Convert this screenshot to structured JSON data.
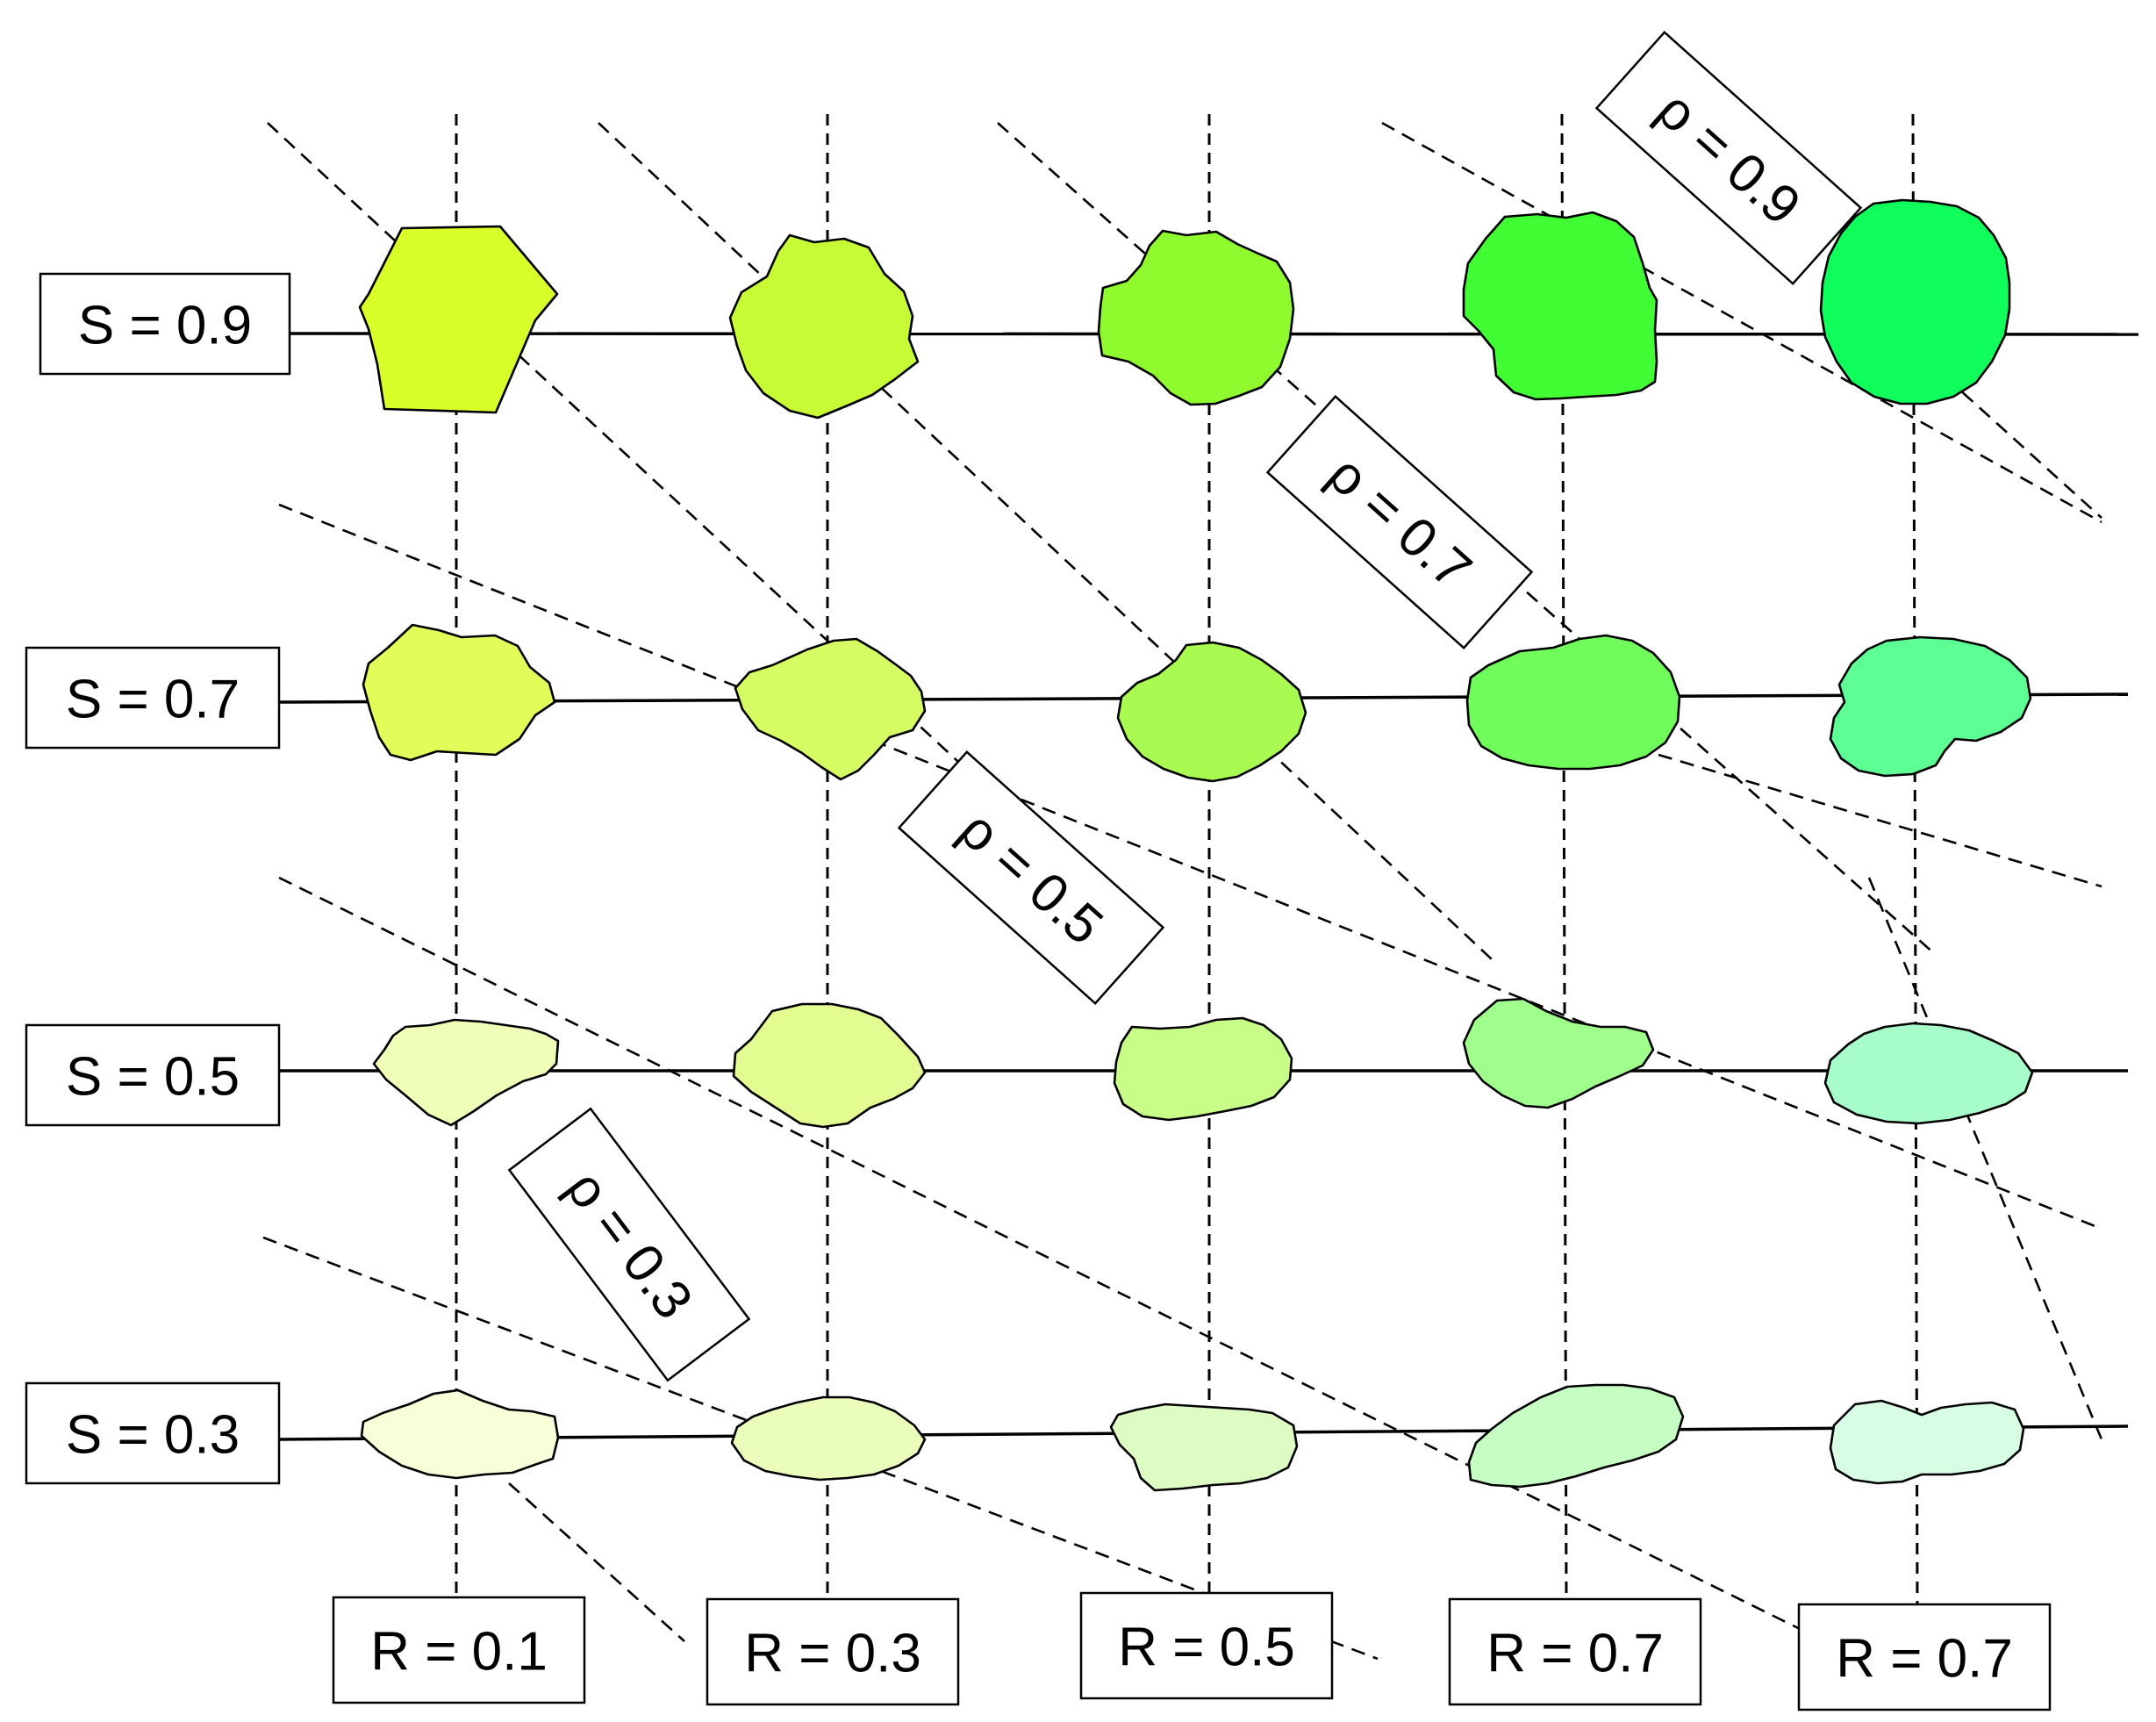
{
  "s_labels": [
    "S = 0.9",
    "S = 0.7",
    "S = 0.5",
    "S = 0.3"
  ],
  "r_labels": [
    "R = 0.1",
    "R = 0.3",
    "R = 0.5",
    "R = 0.7",
    "R = 0.7"
  ],
  "rho_labels": [
    "ρ = 0.9",
    "ρ = 0.7",
    "ρ = 0.5",
    "ρ = 0.3"
  ],
  "blob_colors": [
    [
      "#d9ff2a",
      "#c6fb35",
      "#8ffb2e",
      "#41fe34",
      "#0ffe5c"
    ],
    [
      "#e2fd59",
      "#d5fc62",
      "#a9fb51",
      "#70fd5c",
      "#5dfe93"
    ],
    [
      "#eeffb8",
      "#e2fc92",
      "#c8fd88",
      "#a0fe8c",
      "#a7fdc9"
    ],
    [
      "#f6ffd8",
      "#eafdbb",
      "#ddfbc3",
      "#c6fdc2",
      "#d8fde5"
    ]
  ]
}
